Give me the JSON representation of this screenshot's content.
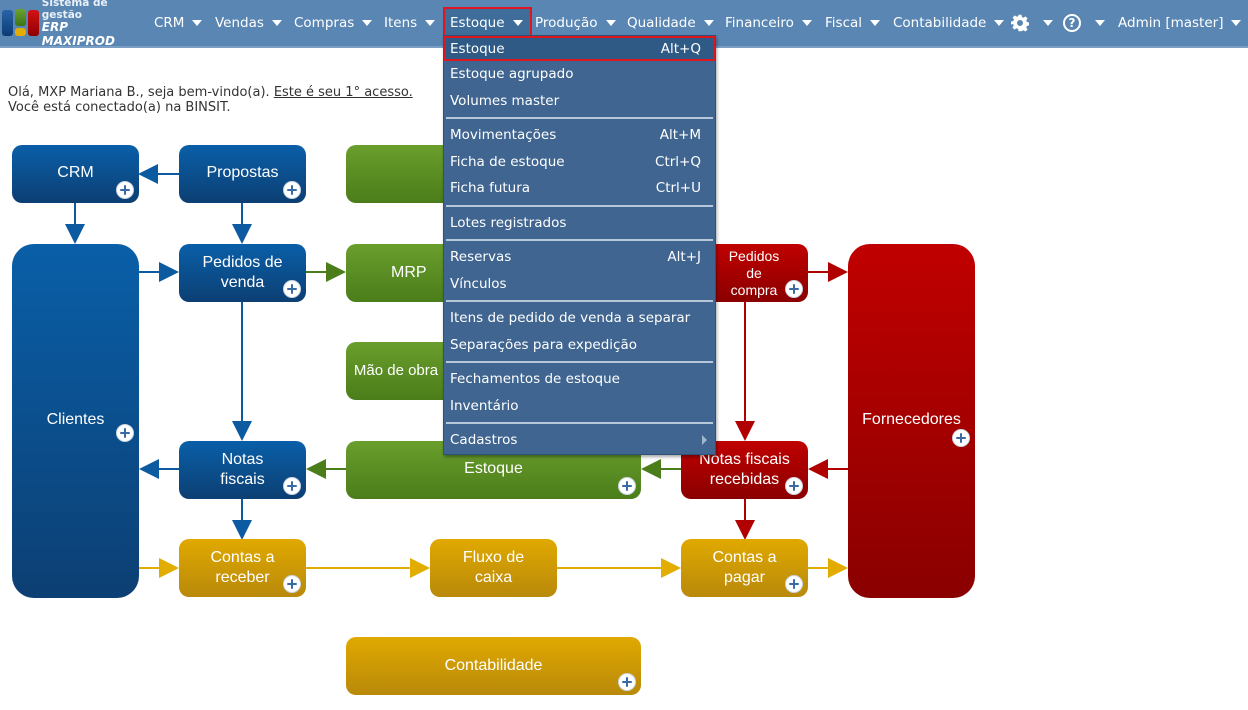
{
  "app": {
    "logo_line1": "Sistema de gestão",
    "logo_line2": "ERP MAXIPROD"
  },
  "nav": {
    "items": [
      {
        "label": "CRM"
      },
      {
        "label": "Vendas"
      },
      {
        "label": "Compras"
      },
      {
        "label": "Itens"
      },
      {
        "label": "Estoque",
        "active": true
      },
      {
        "label": "Produção"
      },
      {
        "label": "Qualidade"
      },
      {
        "label": "Financeiro"
      },
      {
        "label": "Fiscal"
      },
      {
        "label": "Contabilidade"
      }
    ],
    "settings_icon": "gear-icon",
    "help_icon": "question-circle-icon",
    "help_glyph": "?",
    "user": "Admin [master]"
  },
  "welcome": {
    "line1": "Olá, MXP Mariana B., seja bem-vindo(a).",
    "link": "Este é seu 1° acesso.",
    "line2": "Você está conectado(a) na BINSIT."
  },
  "dropdown": {
    "groups": [
      [
        {
          "label": "Estoque",
          "shortcut": "Alt+Q",
          "highlighted": true
        },
        {
          "label": "Estoque agrupado",
          "shortcut": ""
        },
        {
          "label": "Volumes master",
          "shortcut": ""
        }
      ],
      [
        {
          "label": "Movimentações",
          "shortcut": "Alt+M"
        },
        {
          "label": "Ficha de estoque",
          "shortcut": "Ctrl+Q"
        },
        {
          "label": "Ficha futura",
          "shortcut": "Ctrl+U"
        }
      ],
      [
        {
          "label": "Lotes registrados",
          "shortcut": ""
        }
      ],
      [
        {
          "label": "Reservas",
          "shortcut": "Alt+J"
        },
        {
          "label": "Vínculos",
          "shortcut": ""
        }
      ],
      [
        {
          "label": "Itens de pedido de venda a separar",
          "shortcut": ""
        },
        {
          "label": "Separações para expedição",
          "shortcut": ""
        }
      ],
      [
        {
          "label": "Fechamentos de estoque",
          "shortcut": ""
        },
        {
          "label": "Inventário",
          "shortcut": ""
        }
      ],
      [
        {
          "label": "Cadastros",
          "shortcut": "",
          "submenu": true
        }
      ]
    ]
  },
  "diagram": {
    "boxes": {
      "crm": "CRM",
      "propostas": "Propostas",
      "clientes": "Clientes",
      "pedidos_venda": "Pedidos de\nvenda",
      "mrp": "MRP",
      "mao_obra": "Mão de obra",
      "pedidos_compra": "Pedidos de\ncompra",
      "fornecedores": "Fornecedores",
      "notas_fiscais": "Notas\nfiscais",
      "estoque": "Estoque",
      "notas_recebidas": "Notas fiscais\nrecebidas",
      "contas_receber": "Contas a\nreceber",
      "fluxo_caixa": "Fluxo de\ncaixa",
      "contas_pagar": "Contas a\npagar",
      "contabilidade": "Contabilidade"
    },
    "colors": {
      "blue": "#0c4f8e",
      "green": "#5a8e24",
      "red": "#a80000",
      "yellow": "#d9a300",
      "menu_bg": "#3f6590",
      "nav_bg": "#5a86b3",
      "highlight_border": "#e0161f"
    }
  }
}
